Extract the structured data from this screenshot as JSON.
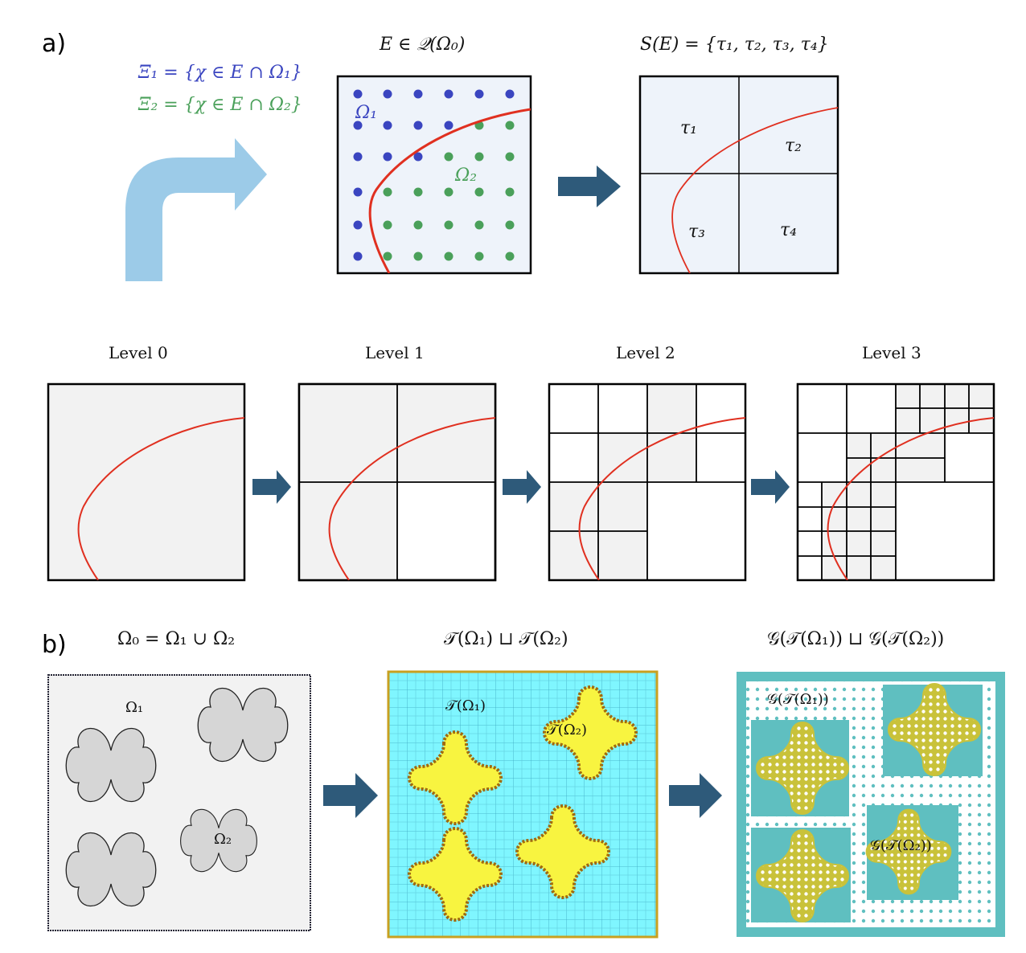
{
  "panel_a": {
    "tag": "a)",
    "xi1": "Ξ₁ = {χ ∈ E ∩ Ω₁}",
    "xi2": "Ξ₂ = {χ ∈ E ∩ Ω₂}",
    "element_title": "E ∈ 𝒬(Ω₀)",
    "omega1": "Ω₁",
    "omega2": "Ω₂",
    "split_title": "S(E) = {τ₁, τ₂, τ₃, τ₄}",
    "tau1": "τ₁",
    "tau2": "τ₂",
    "tau3": "τ₃",
    "tau4": "τ₄",
    "levels": [
      "Level 0",
      "Level 1",
      "Level 2",
      "Level 3"
    ]
  },
  "panel_b": {
    "tag": "b)",
    "title1": "Ω₀ = Ω₁ ∪ Ω₂",
    "omega1": "Ω₁",
    "omega2": "Ω₂",
    "title2": "𝒯(Ω₁) ⊔ 𝒯(Ω₂)",
    "tomega1": "𝒯(Ω₁)",
    "tomega2": "𝒯(Ω₂)",
    "title3": "𝒢(𝒯(Ω₁)) ⊔ 𝒢(𝒯(Ω₂))",
    "gomega1": "𝒢(𝒯(Ω₁))",
    "gomega2": "𝒢(𝒯(Ω₂))"
  },
  "colors": {
    "omega1_points": "#3a45c0",
    "omega2_points": "#4aa05a",
    "interface_curve": "#e03020",
    "arrow_dark": "#2e5a7a",
    "arrow_light": "#9ccbe8",
    "element_fill": "#eef3fa",
    "level_fill": "#f2f2f2",
    "tree_background": "#7ff6ff",
    "tree_inclusion": "#f8f440",
    "grid_background": "#5fbfc0",
    "grid_inclusion": "#c9c23a"
  }
}
